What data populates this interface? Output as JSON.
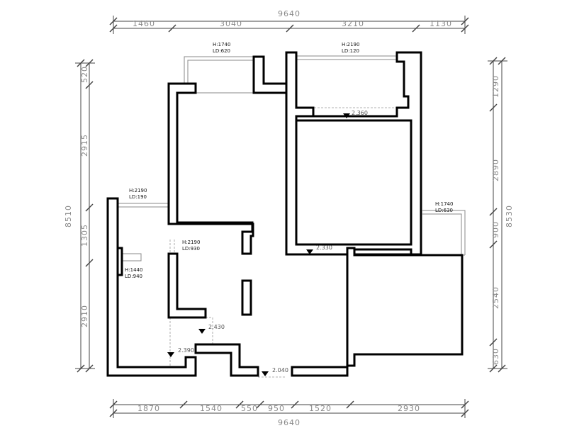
{
  "dimensions": {
    "top_total": "9640",
    "top_segments": [
      "1460",
      "3040",
      "3210",
      "1130"
    ],
    "bottom_total": "9640",
    "bottom_segments": [
      "1870",
      "1540",
      "550",
      "950",
      "1520",
      "2930"
    ],
    "left_total": "8510",
    "left_segments": [
      "520",
      "2915",
      "1305",
      "2910"
    ],
    "right_total": "8530",
    "right_segments": [
      "1290",
      "2890",
      "900",
      "2540",
      "630"
    ]
  },
  "windows": [
    {
      "h": "H:1740",
      "ld": "LD:620"
    },
    {
      "h": "H:2190",
      "ld": "LD:120"
    },
    {
      "h": "H:2190",
      "ld": "LD:190"
    },
    {
      "h": "H:2190",
      "ld": "LD:930"
    },
    {
      "h": "H:1440",
      "ld": "LD:940"
    },
    {
      "h": "H:1740",
      "ld": "LD:630"
    }
  ],
  "levels": [
    "2.360",
    "2.330",
    "2.430",
    "2.390",
    "2.040"
  ]
}
